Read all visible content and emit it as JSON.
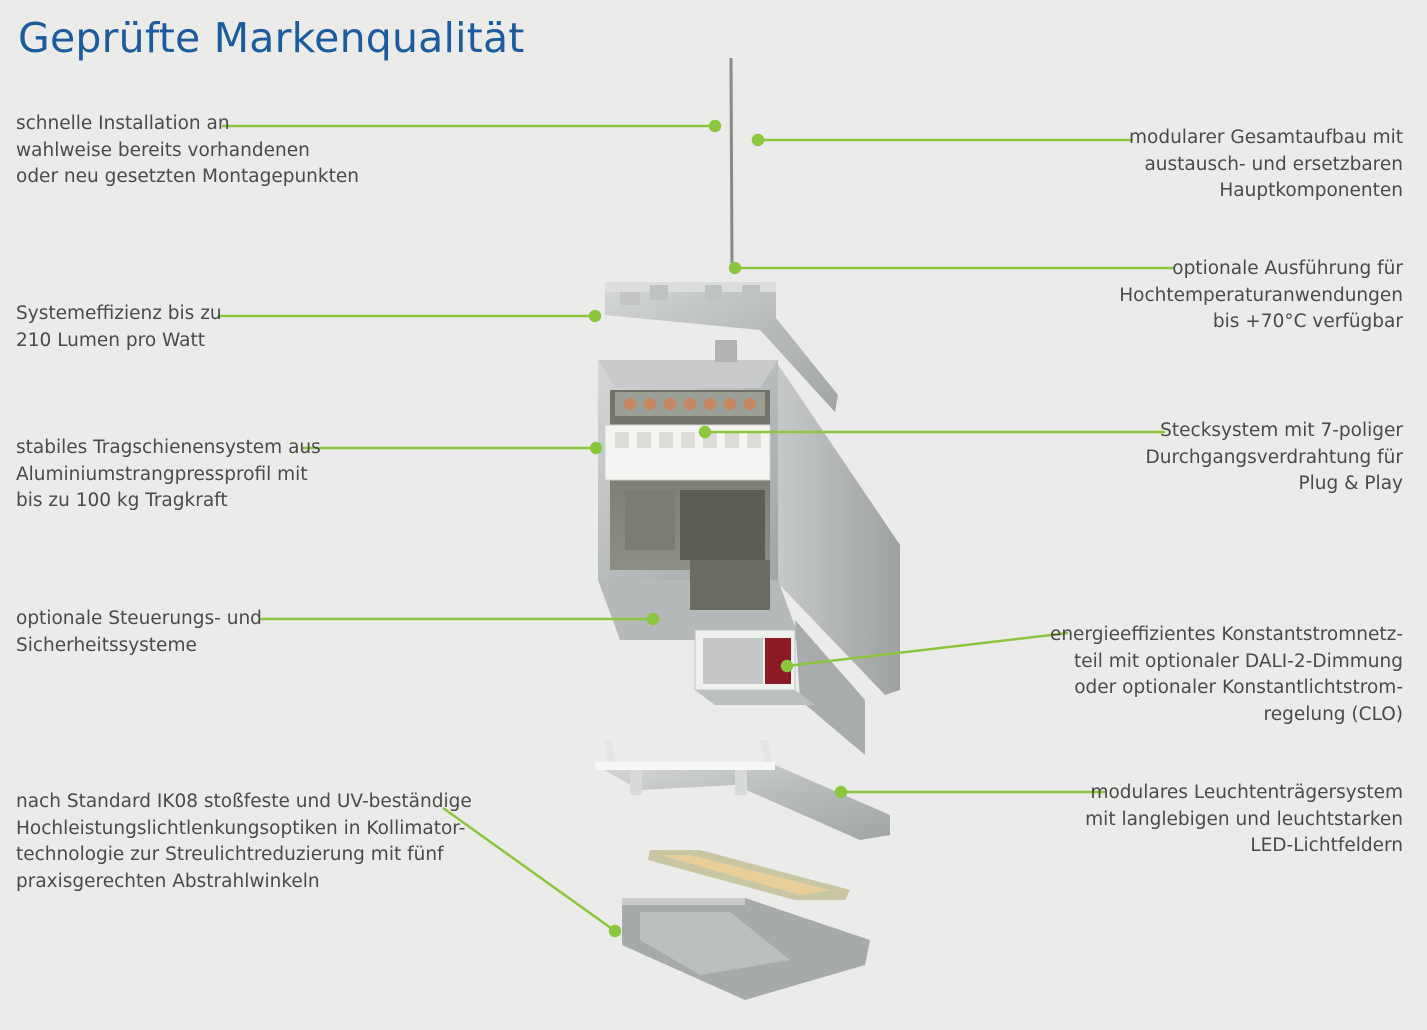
{
  "title": "Geprüfte Markenqualität",
  "annotations": {
    "installation": [
      "schnelle Installation an",
      "wahlweise bereits vorhandenen",
      "oder neu gesetzten Montagepunkten"
    ],
    "modular": [
      "modularer Gesamtaufbau mit",
      "austausch- und ersetzbaren",
      "Hauptkomponenten"
    ],
    "high_temp": [
      "optionale Ausführung für",
      "Hochtemperaturanwendungen",
      "bis +70°C verfügbar"
    ],
    "efficiency": [
      "Systemeffizienz bis zu",
      "210 Lumen pro Watt"
    ],
    "plug_system": [
      "Stecksystem mit 7-poliger",
      "Durchgangsverdrahtung für",
      "Plug & Play"
    ],
    "rail_system": [
      "stabiles Tragschienensystem aus",
      "Aluminiumstrangpressprofil mit",
      "bis zu 100 kg Tragkraft"
    ],
    "control": [
      "optionale Steuerungs- und",
      "Sicherheitssysteme"
    ],
    "driver": [
      "energieeffizientes Konstantstromnetz-",
      "teil mit optionaler DALI-2-Dimmung",
      "oder optionaler Konstantlichtstrom-",
      "regelung (CLO)"
    ],
    "optics": [
      "nach Standard IK08 stoßfeste und UV-beständige",
      "Hochleistungslichtlenkungsoptiken in Kollimator-",
      "technologie zur Streulichtreduzierung mit fünf",
      "praxisgerechten Abstrahlwinkeln"
    ],
    "led_carrier": [
      "modulares Leuchtenträgersystem",
      "mit langlebigen und leuchtstarken",
      "LED-Lichtfeldern"
    ]
  },
  "colors": {
    "title": "#1b5b9e",
    "leader": "#8cc63f",
    "text": "#4a4a4a",
    "background": "#ebebea"
  }
}
